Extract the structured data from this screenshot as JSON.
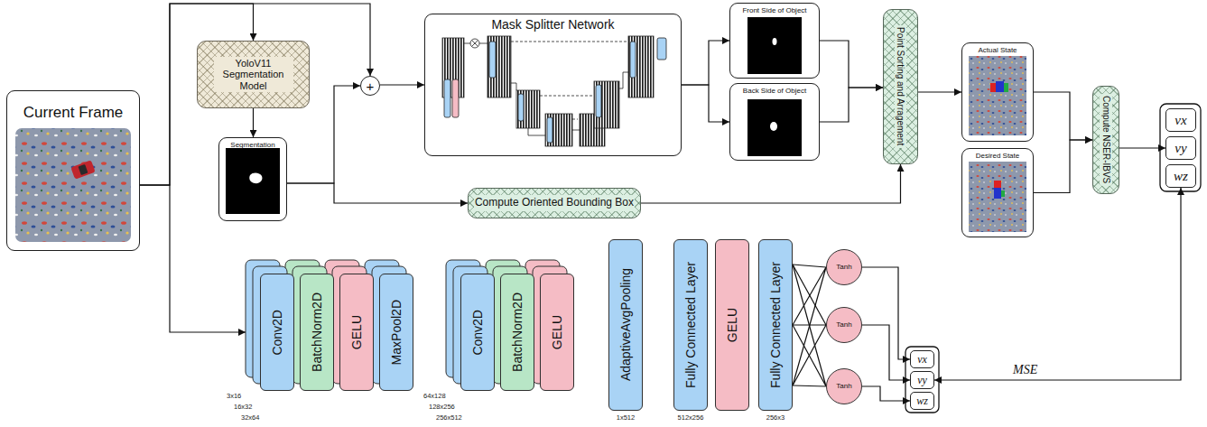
{
  "diagram": {
    "nodes": [
      {
        "text": [
          "Current Frame"
        ]
      },
      {
        "text": [
          "YoloV11 Segmentation Model"
        ]
      },
      {
        "text": [
          "Segmentation"
        ]
      },
      {
        "text": [
          "+"
        ]
      },
      {
        "text": [
          "Mask Splitter Network"
        ]
      },
      {
        "text": [
          "Front Side of Object"
        ]
      },
      {
        "text": [
          "Back Side of Object"
        ]
      },
      {
        "text": [
          "Compute Oriented Bounding Box"
        ]
      },
      {
        "text": [
          "Point Sorting and Arragement"
        ]
      },
      {
        "text": [
          "Actual State"
        ]
      },
      {
        "text": [
          "Desired State"
        ]
      },
      {
        "text": [
          "Compute NSER-IBVS"
        ]
      },
      {
        "text": [
          "vx"
        ]
      },
      {
        "text": [
          "vy"
        ]
      },
      {
        "text": [
          "wz"
        ]
      },
      {
        "text": [
          "Conv2D"
        ]
      },
      {
        "text": [
          "BatchNorm2D"
        ]
      },
      {
        "text": [
          "GELU"
        ]
      },
      {
        "text": [
          "MaxPool2D"
        ]
      },
      {
        "text": [
          "Conv2D"
        ]
      },
      {
        "text": [
          "BatchNorm2D"
        ]
      },
      {
        "text": [
          "GELU"
        ]
      },
      {
        "text": [
          "AdaptiveAvgPooling"
        ]
      },
      {
        "text": [
          "Fully Connected Layer"
        ]
      },
      {
        "text": [
          "GELU"
        ]
      },
      {
        "text": [
          "Fully Connected Layer"
        ]
      },
      {
        "text": [
          "Tanh"
        ]
      },
      {
        "text": [
          "Tanh"
        ]
      },
      {
        "text": [
          "Tanh"
        ]
      },
      {
        "text": [
          "vx"
        ]
      },
      {
        "text": [
          "vy"
        ]
      },
      {
        "text": [
          "wz"
        ]
      }
    ],
    "edges": [
      {
        "from": 0,
        "to": 1,
        "arrow": "to"
      },
      {
        "from": 0,
        "to": 3,
        "arrow": "to"
      },
      {
        "from": 0,
        "to": 15,
        "arrow": "to"
      },
      {
        "from": 1,
        "to": 2,
        "arrow": "to"
      },
      {
        "from": 2,
        "to": 3,
        "arrow": "to"
      },
      {
        "from": 2,
        "to": 7,
        "arrow": "to"
      },
      {
        "from": 3,
        "to": 4,
        "arrow": "to"
      },
      {
        "from": 4,
        "to": 5,
        "arrow": "to"
      },
      {
        "from": 4,
        "to": 6,
        "arrow": "to"
      },
      {
        "from": 5,
        "to": 8,
        "arrow": "to"
      },
      {
        "from": 6,
        "to": 8,
        "arrow": "to"
      },
      {
        "from": 7,
        "to": 8,
        "arrow": "to"
      },
      {
        "from": 8,
        "to": 9,
        "arrow": "to"
      },
      {
        "from": 9,
        "to": 11,
        "arrow": "to"
      },
      {
        "from": 10,
        "to": 11,
        "arrow": "to"
      },
      {
        "from": 11,
        "to": 13,
        "arrow": "to"
      },
      {
        "from": 25,
        "to": 26,
        "arrow": "none"
      },
      {
        "from": 25,
        "to": 27,
        "arrow": "none"
      },
      {
        "from": 25,
        "to": 28,
        "arrow": "none"
      },
      {
        "from": 26,
        "to": 29,
        "arrow": "to"
      },
      {
        "from": 27,
        "to": 30,
        "arrow": "to"
      },
      {
        "from": 28,
        "to": 31,
        "arrow": "to"
      },
      {
        "from": 14,
        "to": 30,
        "label": "MSE",
        "arrow": "both"
      }
    ],
    "labels": [
      "3x16",
      "16x32",
      "32x64",
      "64x128",
      "128x256",
      "256x512",
      "1x512",
      "512x256",
      "256x3"
    ]
  }
}
